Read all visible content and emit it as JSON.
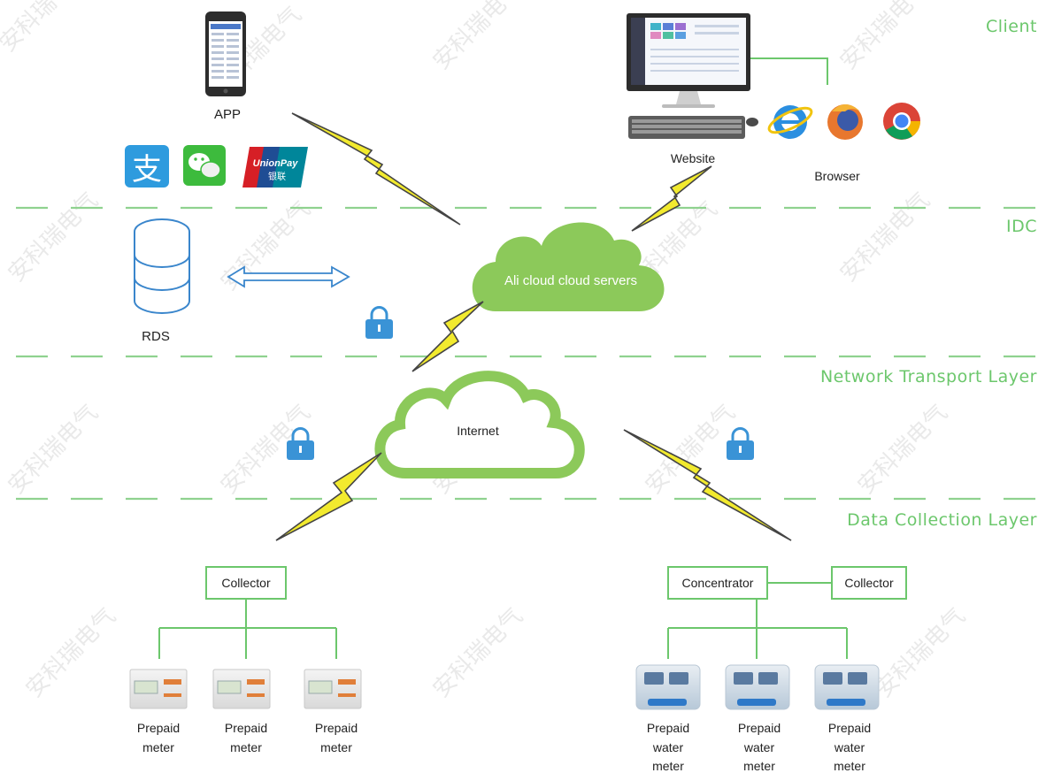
{
  "layers": {
    "client": "Client",
    "idc": "IDC",
    "network": "Network Transport Layer",
    "collection": "Data Collection Layer"
  },
  "client": {
    "app_label": "APP",
    "website_label": "Website",
    "browser_label": "Browser",
    "payments": [
      "alipay-icon",
      "wechat-icon",
      "unionpay-icon"
    ],
    "unionpay_text": "UnionPay",
    "unionpay_sub": "银联"
  },
  "idc": {
    "cloud_label": "Ali cloud  cloud servers",
    "rds_label": "RDS"
  },
  "network": {
    "cloud_label": "Internet"
  },
  "collection": {
    "left_collector": "Collector",
    "left_meters": [
      {
        "line1": "Prepaid",
        "line2": "meter"
      },
      {
        "line1": "Prepaid",
        "line2": "meter"
      },
      {
        "line1": "Prepaid",
        "line2": "meter"
      }
    ],
    "concentrator": "Concentrator",
    "right_collector": "Collector",
    "right_meters": [
      {
        "line1": "Prepaid",
        "line2": "water",
        "line3": "meter"
      },
      {
        "line1": "Prepaid",
        "line2": "water",
        "line3": "meter"
      },
      {
        "line1": "Prepaid",
        "line2": "water",
        "line3": "meter"
      }
    ]
  },
  "watermark": "安科瑞电气",
  "colors": {
    "green": "#6cc76c",
    "cloud": "#8cc95a",
    "lock": "#3a93d6",
    "bolt": "#f2ea2e"
  }
}
